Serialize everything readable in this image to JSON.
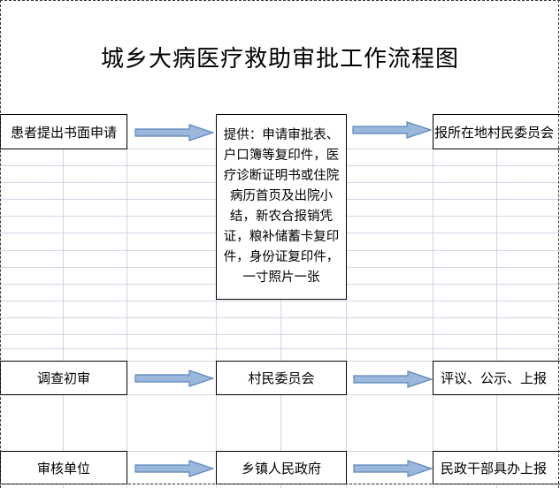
{
  "title": "城乡大病医疗救助审批工作流程图",
  "rows": [
    {
      "left": "患者提出书面申请",
      "middle": "提供：申请审批表、户口簿等复印件，医疗诊断证明书或住院病历首页及出院小结，新农合报销凭证，粮补储蓄卡复印件，身份证复印件，一寸照片一张",
      "right": "报所在地村民委员会"
    },
    {
      "left": "调查初审",
      "middle": "村民委员会",
      "right": "评议、公示、上报"
    },
    {
      "left": "审核单位",
      "middle": "乡镇人民政府",
      "right": "民政干部具办上报"
    }
  ],
  "colors": {
    "arrow_fill": "#9bb8dc",
    "arrow_stroke": "#5b86ba",
    "grid": "#d0d7e5"
  }
}
